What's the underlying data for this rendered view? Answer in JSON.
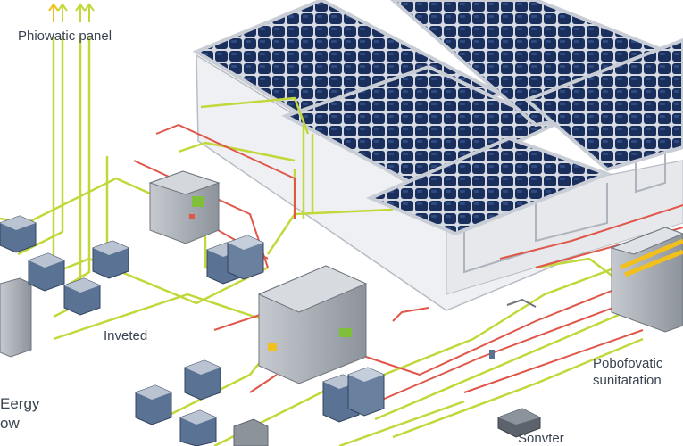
{
  "labels": {
    "top_left": "Phiowatic panel",
    "inverter": "Inveted",
    "energy": "Eergy",
    "flow": "ow",
    "substation_line1": "Pobofovatic",
    "substation_line2": "sunitatation",
    "bottom_right": "Sonvter"
  },
  "colors": {
    "panel_cell": "#1b2f5c",
    "panel_frame": "#c9ced6",
    "wire_yellow": "#c2d83a",
    "wire_red": "#e0574a",
    "box_gray": "#9aa0a8",
    "battery_blue": "#5a7294",
    "arrow_yellow": "#f2c01c"
  },
  "icons": [
    "solar-panel-icon",
    "inverter-box-icon",
    "battery-icon",
    "substation-icon",
    "arrow-up-icon"
  ]
}
